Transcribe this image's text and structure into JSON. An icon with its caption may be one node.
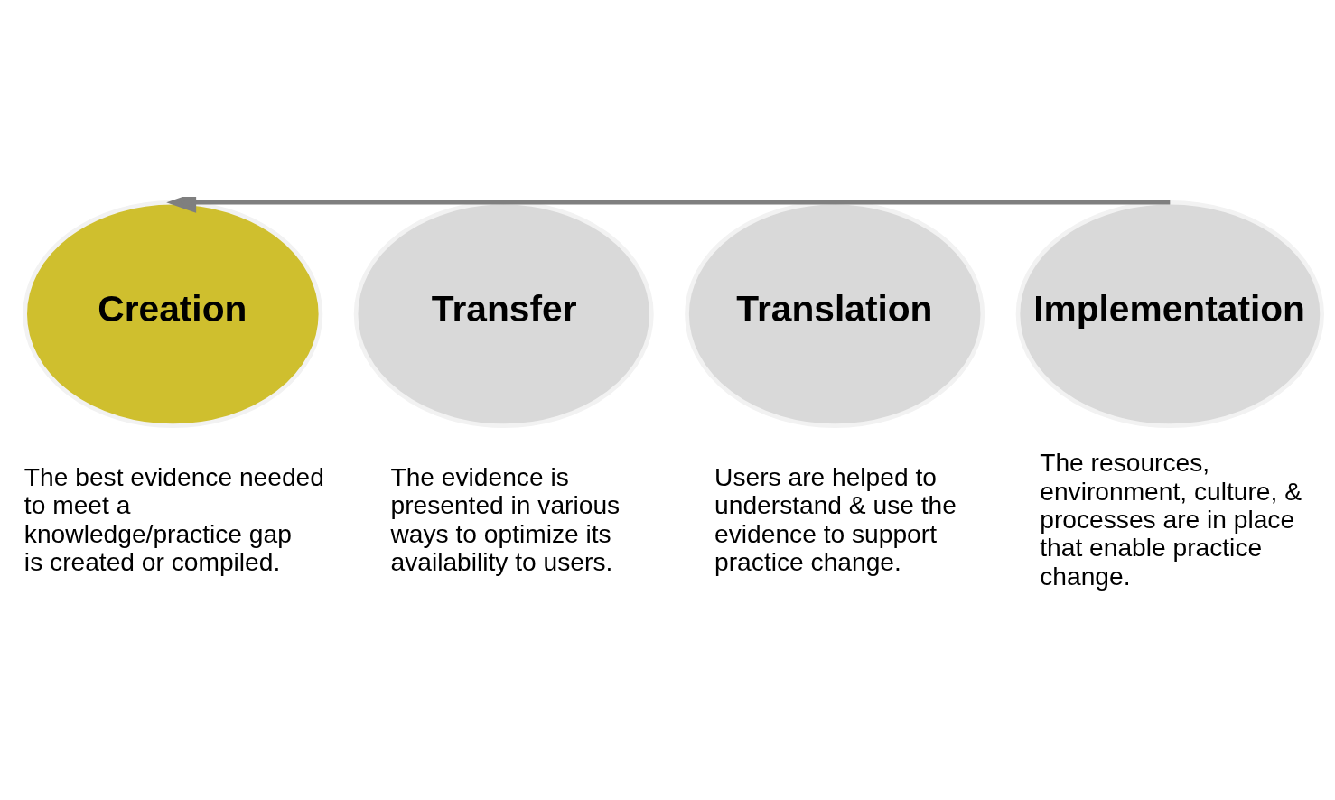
{
  "diagram": {
    "nodes": [
      {
        "text": [
          "Creation"
        ],
        "beside": [
          "The best evidence needed to meet a knowledge/practice gap is created or compiled."
        ]
      },
      {
        "text": [
          "Transfer"
        ],
        "beside": [
          "The evidence is presented in various ways to optimize its availability to users."
        ]
      },
      {
        "text": [
          "Translation"
        ],
        "beside": [
          "Users are helped to understand & use the evidence to support practice change."
        ]
      },
      {
        "text": [
          "Implementation"
        ],
        "beside": [
          "The resources, environment, culture, & processes are in place that enable practice change."
        ]
      }
    ],
    "edges": [
      {
        "from": 3,
        "to": 0,
        "arrow": "to"
      }
    ]
  }
}
